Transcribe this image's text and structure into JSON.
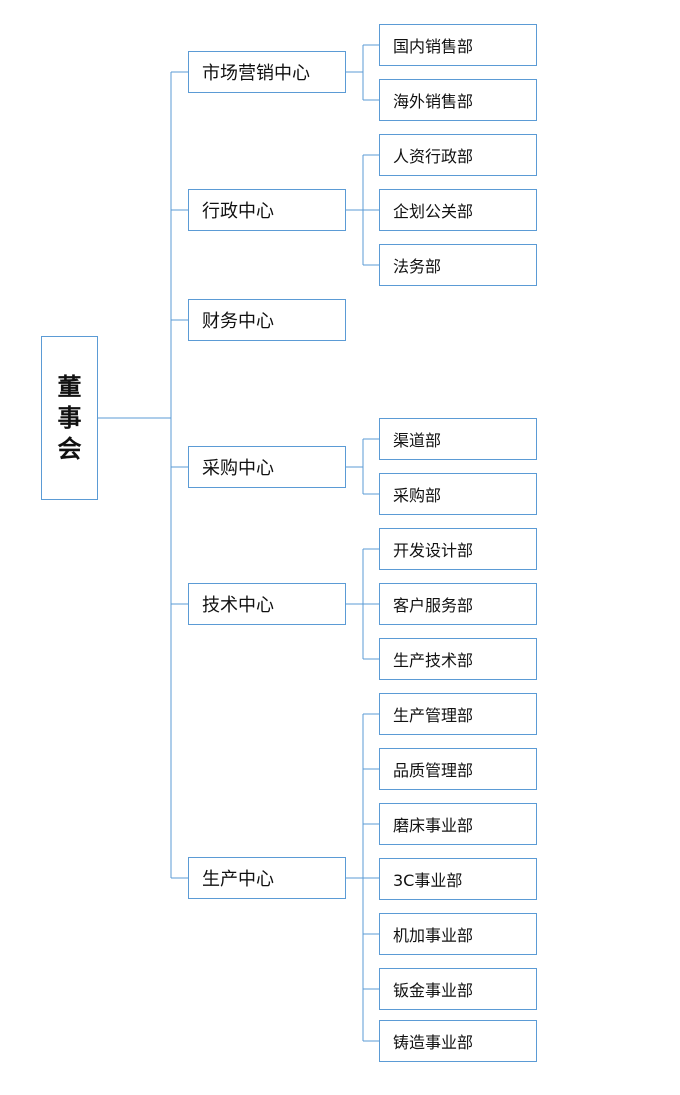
{
  "root": {
    "label_chars": [
      "董",
      "事",
      "会"
    ]
  },
  "centers": [
    {
      "name": "市场营销中心",
      "departments": [
        "国内销售部",
        "海外销售部"
      ]
    },
    {
      "name": "行政中心",
      "departments": [
        "人资行政部",
        "企划公关部",
        "法务部"
      ]
    },
    {
      "name": "财务中心",
      "departments": []
    },
    {
      "name": "采购中心",
      "departments": [
        "渠道部",
        "采购部"
      ]
    },
    {
      "name": "技术中心",
      "departments": [
        "开发设计部",
        "客户服务部",
        "生产技术部"
      ]
    },
    {
      "name": "生产中心",
      "departments": [
        "生产管理部",
        "品质管理部",
        "磨床事业部",
        "3C事业部",
        "机加事业部",
        "钣金事业部",
        "铸造事业部"
      ]
    }
  ],
  "colors": {
    "line": "#5b9bd5",
    "border": "#5b9bd5",
    "text": "#111111"
  }
}
